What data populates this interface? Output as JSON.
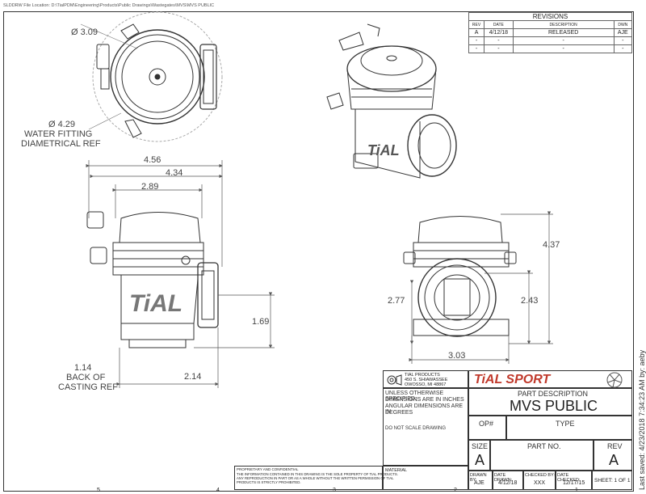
{
  "header": {
    "file_location": "SLDDRW File Location: D:\\TialPDM\\Engineering\\Products\\Public Drawings\\Wastegates\\MVS\\MVS PUBLIC"
  },
  "revisions": {
    "title": "REVISIONS",
    "columns": [
      "REV",
      "DATE",
      "DESCRIPTION",
      "DWN"
    ],
    "rows": [
      [
        "A",
        "4/12/18",
        "RELEASED",
        "AJE"
      ],
      [
        "-",
        "-",
        "-",
        "-"
      ],
      [
        "-",
        "-",
        "-",
        "-"
      ]
    ]
  },
  "dimensions": {
    "d309": "Ø 3.09",
    "d429": "Ø 4.29",
    "water_fitting_1": "WATER FITTING",
    "water_fitting_2": "DIAMETRICAL REF",
    "d456": "4.56",
    "d434": "4.34",
    "d289": "2.89",
    "d169": "1.69",
    "d114": "1.14",
    "back_1": "BACK OF",
    "back_2": "CASTING REF",
    "d214": "2.14",
    "d437": "4.37",
    "d277": "2.77",
    "d243": "2.43",
    "d303": "3.03"
  },
  "logo_text": "TiAL",
  "title_block": {
    "company_1": "TIAL PRODUCTS",
    "company_2": "450 S. SHIAWASSEE",
    "company_3": "OWOSSO, MI 48867",
    "brand": "TiAL SPORT",
    "part_description_label": "PART DESCRIPTION",
    "part_description": "MVS PUBLIC",
    "unless_1": "UNLESS OTHERWISE SPECIFIED:",
    "unless_2": "DIMENSIONS ARE IN INCHES",
    "unless_3": "ANGULAR DIMENSIONS ARE IN",
    "unless_4": "DEGREES",
    "do_not_scale": "DO NOT SCALE DRAWING",
    "op_label": "OP#",
    "type_label": "TYPE",
    "size_label": "SIZE",
    "size_value": "A",
    "part_no_label": "PART NO.",
    "rev_label": "REV",
    "rev_value": "A",
    "material_label": "MATERIAL",
    "proprietary_1": "PROPRIETARY AND CONFIDENTIAL",
    "proprietary_2": "THE INFORMATION CONTAINED IN THIS DRAWING IS THE SOLE PROPERTY OF TIAL PRODUCTS.",
    "proprietary_3": "ANY REPRODUCTION IN PART OR AS A WHOLE WITHOUT THE WRITTEN PERMISSION OF TIAL",
    "proprietary_4": "PRODUCTS IS STRICTLY PROHIBITED.",
    "drawn_by_label": "DRAWN BY:",
    "drawn_by": "AJE",
    "date_drawn_label": "DATE DRAWN:",
    "date_drawn": "4/12/18",
    "checked_by_label": "CHECKED BY:",
    "checked_by": "XXX",
    "date_checked_label": "DATE CHECKED:",
    "date_checked": "12/17/15",
    "sheet": "SHEET: 1 OF 1"
  },
  "last_saved": "Last saved: 4/23/2018 7:34:23 AM by: aeby",
  "zone_numbers": [
    "5",
    "4",
    "3",
    "2",
    "1"
  ]
}
